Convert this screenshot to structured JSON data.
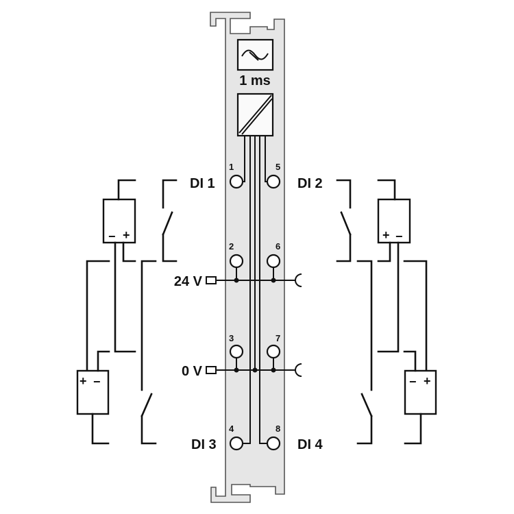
{
  "module": {
    "filter_time": "1 ms",
    "body_color": "#e6e6e6",
    "outline_color": "#555555"
  },
  "inputs": {
    "di1": "DI 1",
    "di2": "DI 2",
    "di3": "DI 3",
    "di4": "DI 4"
  },
  "supply": {
    "v24": "24 V",
    "v0": "0 V"
  },
  "terminals": [
    "1",
    "2",
    "3",
    "4",
    "5",
    "6",
    "7",
    "8"
  ],
  "sensor_signs": {
    "plus": "+",
    "minus": "−"
  },
  "icons": {
    "filter": "sine-wave-filter-icon",
    "converter": "dc-dc-converter-icon"
  }
}
